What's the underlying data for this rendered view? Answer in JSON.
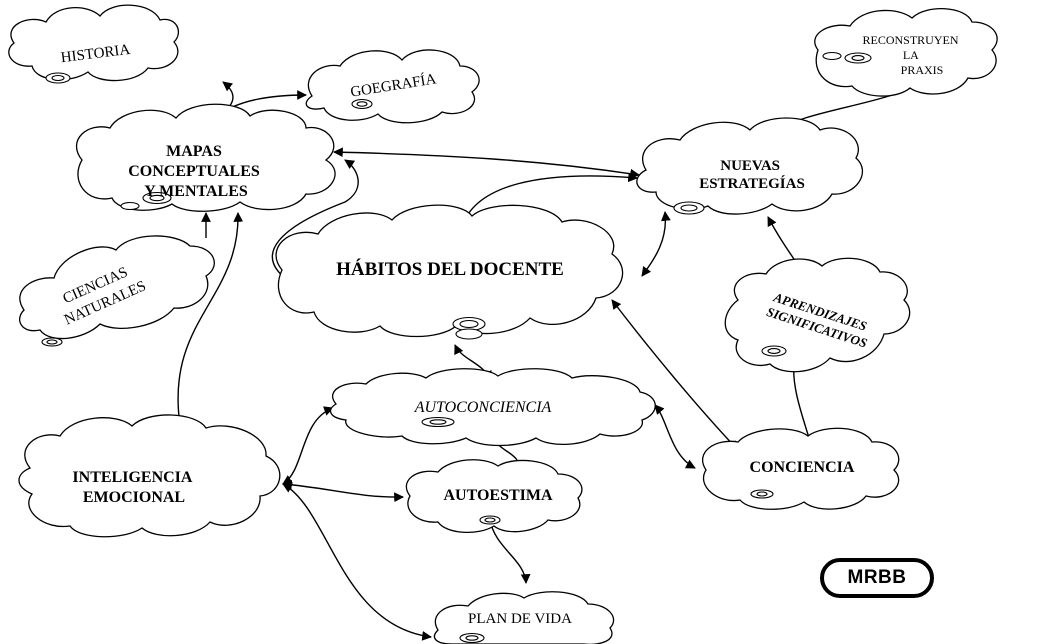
{
  "nodes": {
    "historia": [
      "HISTORIA"
    ],
    "geografia": [
      "GOEGRAFÍA"
    ],
    "mapas": [
      "MAPAS",
      "CONCEPTUALES",
      "Y MENTALES"
    ],
    "ciencias": [
      "CIENCIAS",
      "NATURALES"
    ],
    "habitos": [
      "HÁBITOS DEL DOCENTE"
    ],
    "nuevas": [
      "NUEVAS",
      "ESTRATEGÍAS"
    ],
    "reconstruyen": [
      "RECONSTRUYEN",
      "LA",
      "PRAXIS"
    ],
    "aprendizajes": [
      "APRENDIZAJES",
      "SIGNIFICATIVOS"
    ],
    "autoconciencia": [
      "AUTOCONCIENCIA"
    ],
    "inteligencia": [
      "INTELIGENCIA",
      "EMOCIONAL"
    ],
    "autoestima": [
      "AUTOESTIMA"
    ],
    "conciencia": [
      "CONCIENCIA"
    ],
    "plan": [
      "PLAN DE VIDA"
    ]
  },
  "logo": {
    "text": "MRBB"
  }
}
